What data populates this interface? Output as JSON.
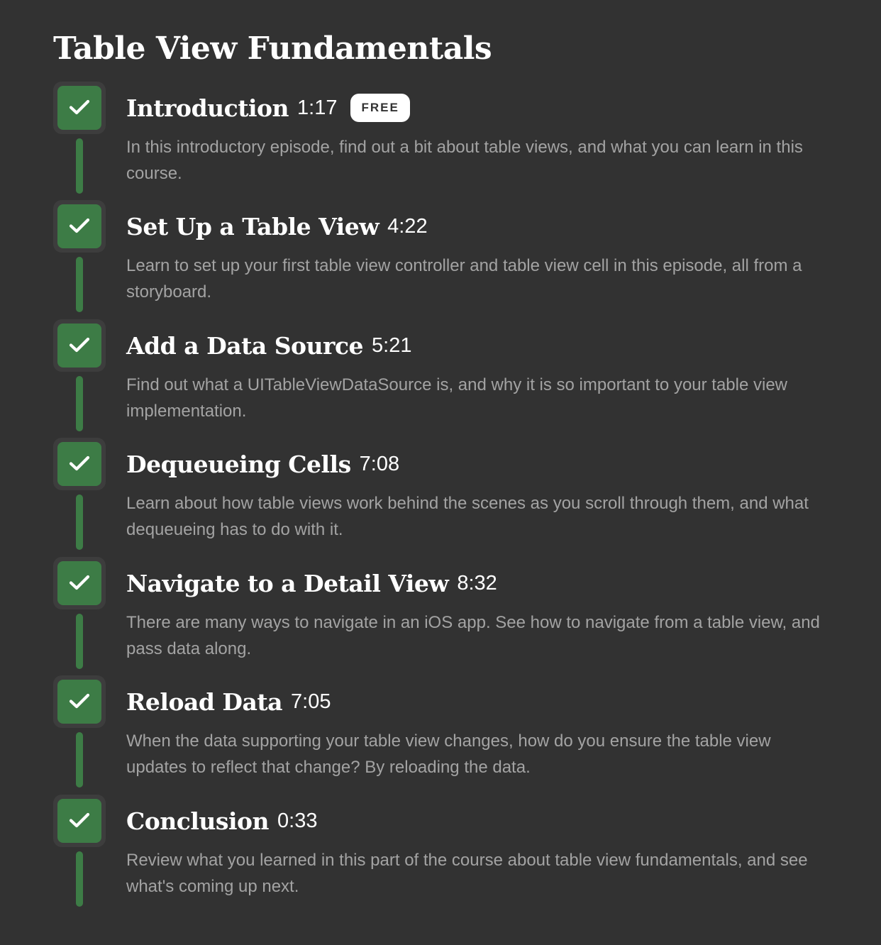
{
  "course": {
    "section_title": "Table View Fundamentals"
  },
  "episodes": [
    {
      "title": "Introduction",
      "duration": "1:17",
      "badge": "FREE",
      "completed": true,
      "description": "In this introductory episode, find out a bit about table views, and what you can learn in this course."
    },
    {
      "title": "Set Up a Table View",
      "duration": "4:22",
      "completed": true,
      "description": "Learn to set up your first table view controller and table view cell in this episode, all from a storyboard."
    },
    {
      "title": "Add a Data Source",
      "duration": "5:21",
      "completed": true,
      "description": "Find out what a UITableViewDataSource is, and why it is so important to your table view implementation."
    },
    {
      "title": "Dequeueing Cells",
      "duration": "7:08",
      "completed": true,
      "description": "Learn about how table views work behind the scenes as you scroll through them, and what dequeueing has to do with it."
    },
    {
      "title": "Navigate to a Detail View",
      "duration": "8:32",
      "completed": true,
      "description": "There are many ways to navigate in an iOS app. See how to navigate from a table view, and pass data along."
    },
    {
      "title": "Reload Data",
      "duration": "7:05",
      "completed": true,
      "description": "When the data supporting your table view changes, how do you ensure the table view updates to reflect that change? By reloading the data."
    },
    {
      "title": "Conclusion",
      "duration": "0:33",
      "completed": true,
      "description": "Review what you learned in this part of the course about table view fundamentals, and see what's coming up next."
    }
  ],
  "colors": {
    "background": "#323232",
    "completed_green": "#3d7c46",
    "description_text": "#a3a3a3"
  },
  "icons": {
    "completed": "checkmark-icon"
  }
}
